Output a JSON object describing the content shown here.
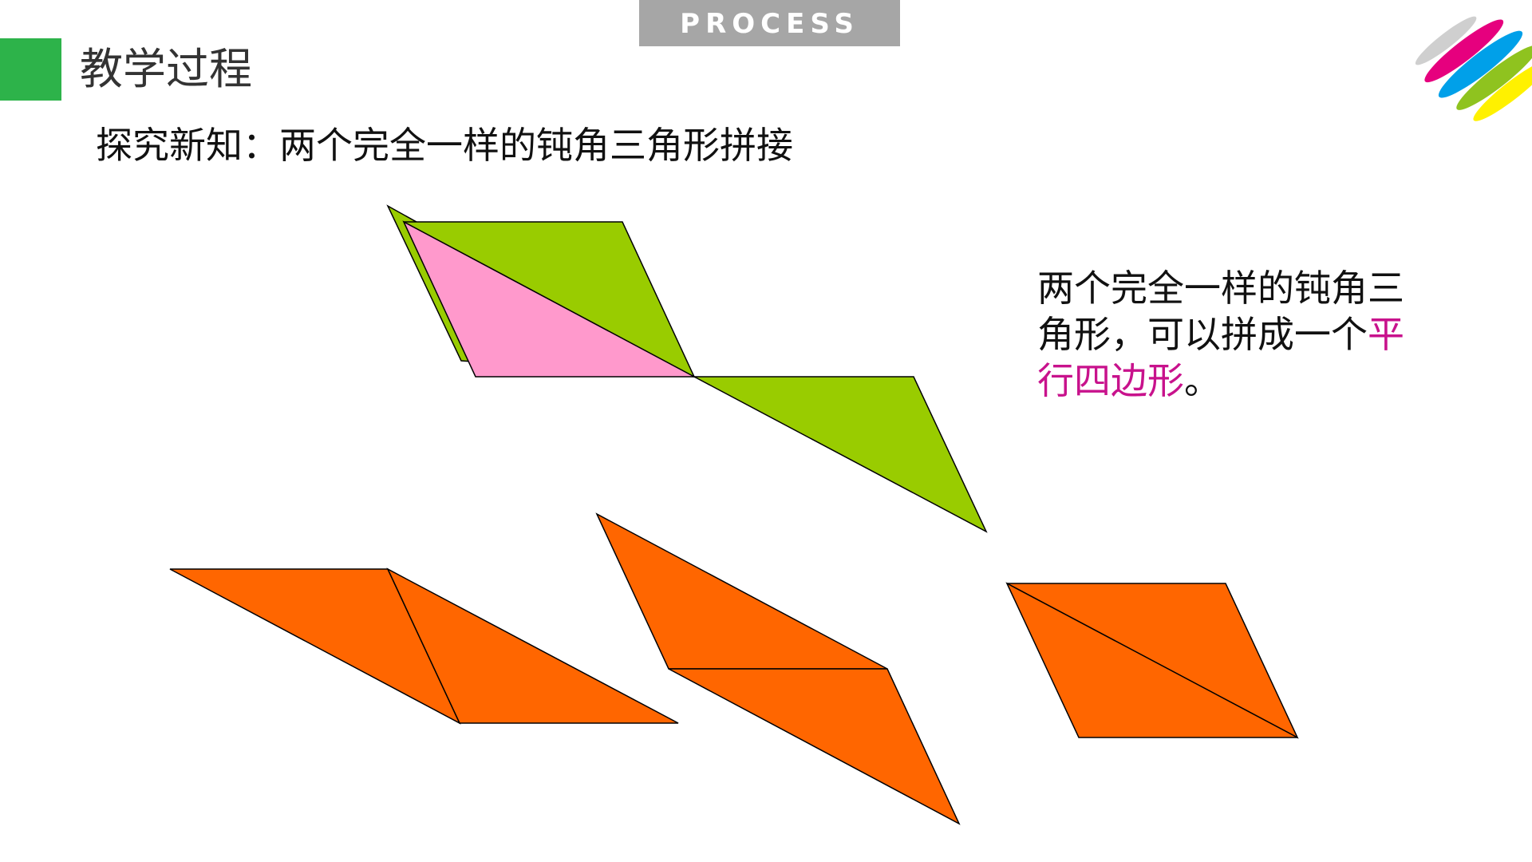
{
  "header": {
    "tab_label": "PROCESS",
    "section_title": "教学过程",
    "subtitle": "探究新知：两个完全一样的钝角三角形拼接"
  },
  "note": {
    "text_before": "两个完全一样的钝角三角形，可以拼成一个",
    "text_highlight": "平行四边形",
    "text_after": "。"
  },
  "colors": {
    "accent_green": "#2db34a",
    "tab_gray": "#a6a6a6",
    "triangle_green": "#99cc00",
    "triangle_pink": "#ff99cc",
    "triangle_orange": "#ff6600",
    "highlight_magenta": "#c8128c"
  },
  "icons": {
    "logo": "color-stripes-logo"
  }
}
